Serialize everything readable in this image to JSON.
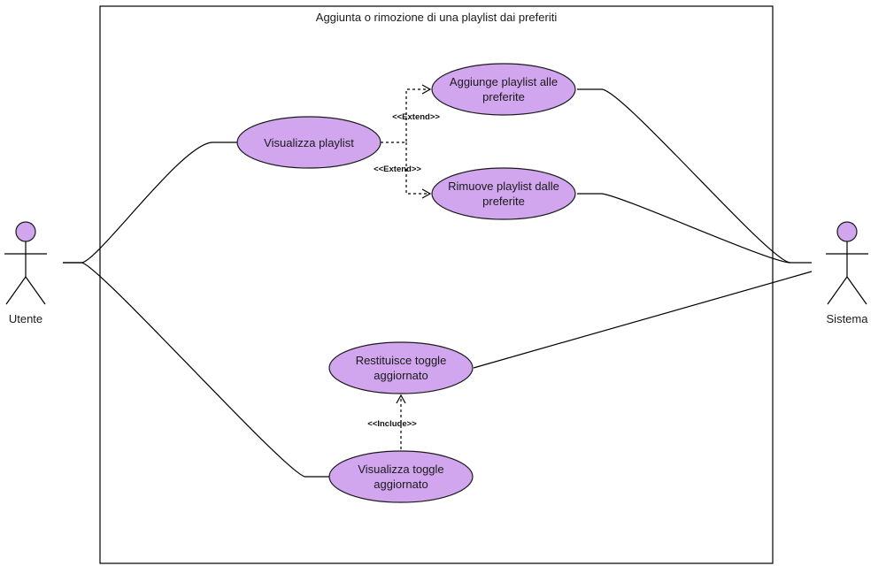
{
  "system_boundary": {
    "title": "Aggiunta o rimozione di una playlist dai preferiti"
  },
  "actors": {
    "utente": "Utente",
    "sistema": "Sistema"
  },
  "use_cases": {
    "visualizza_playlist": [
      "Visualizza playlist"
    ],
    "aggiunge_playlist": [
      "Aggiunge playlist alle",
      "preferite"
    ],
    "rimuove_playlist": [
      "Rimuove playlist dalle",
      "preferite"
    ],
    "restituisce_toggle": [
      "Restituisce toggle",
      "aggiornato"
    ],
    "visualizza_toggle": [
      "Visualizza toggle",
      "aggiornato"
    ]
  },
  "relations": {
    "extend_1": "<<Extend>>",
    "extend_2": "<<Extend>>",
    "include": "<<Include>>"
  },
  "colors": {
    "use_case_fill": "#d1a6ee",
    "line": "#000000"
  }
}
